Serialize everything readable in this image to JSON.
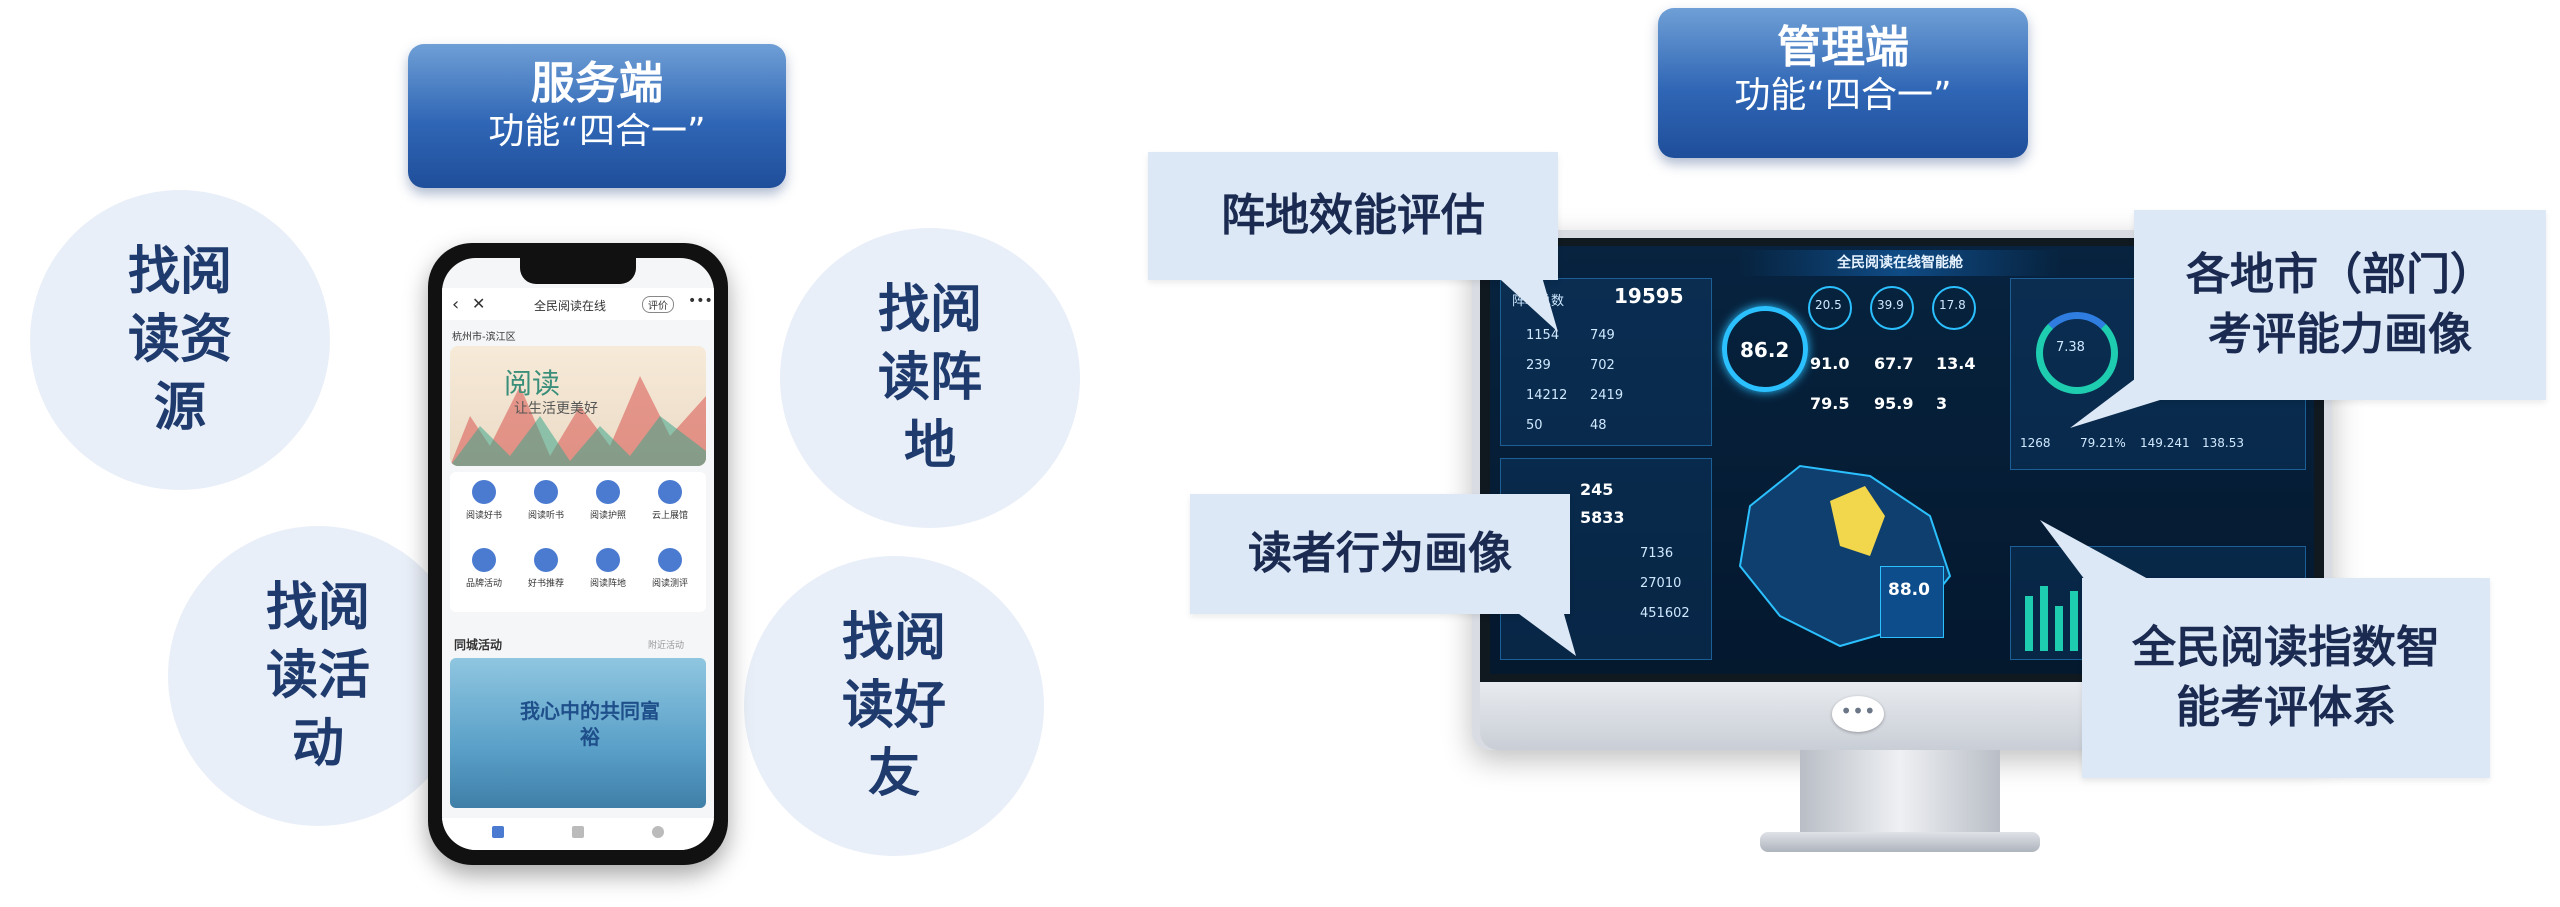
{
  "service": {
    "title": "服务端",
    "subtitle": "功能“四合一”",
    "bubbles": [
      "找阅读资源",
      "找阅读阵地",
      "找阅读活动",
      "找阅读好友"
    ]
  },
  "management": {
    "title": "管理端",
    "subtitle": "功能“四合一”",
    "callouts": [
      "阵地效能评估",
      "各地市（部门）考评能力画像",
      "读者行为画像",
      "全民阅读指数智能考评体系"
    ]
  },
  "phone": {
    "nav_title": "全民阅读在线",
    "nav_button": "评价",
    "location": "杭州市-滨江区",
    "banner_title": "阅读",
    "banner_sub": "让生活更美好",
    "menu": [
      "阅读好书",
      "阅读听书",
      "阅读护照",
      "云上展馆",
      "品牌活动",
      "好书推荐",
      "阅读阵地",
      "阅读测评"
    ],
    "section_title": "同城活动",
    "section_more": "附近活动",
    "activity_title": "我心中的共同富裕"
  },
  "dashboard": {
    "title": "全民阅读在线智能舱",
    "total_label": "阵地总数",
    "total_value": "19595",
    "gauge_value": "86.2",
    "stats": [
      "20.5",
      "39.9",
      "17.8",
      "91.0",
      "67.7",
      "13.4",
      "79.5",
      "95.9",
      "3"
    ],
    "left_small": [
      "1154",
      "239",
      "14212",
      "50"
    ],
    "left_small2": [
      "749",
      "702",
      "2419",
      "48"
    ],
    "mid_value": "5833",
    "mid_value2": "245",
    "map_value": "88.0",
    "table_values": [
      "7136",
      "27010",
      "451602"
    ],
    "right_percent": "7.38",
    "right_stats": [
      "1268",
      "79.21%",
      "149.241",
      "138.53"
    ]
  },
  "colors": {
    "title_bg": "#2f66b5",
    "bubble_bg": "#e9eff8",
    "callout_bg": "#dde8f6",
    "text_dark": "#1a2a50",
    "dashboard_bg": "#04182e",
    "map_highlight": "#f2d64b"
  }
}
